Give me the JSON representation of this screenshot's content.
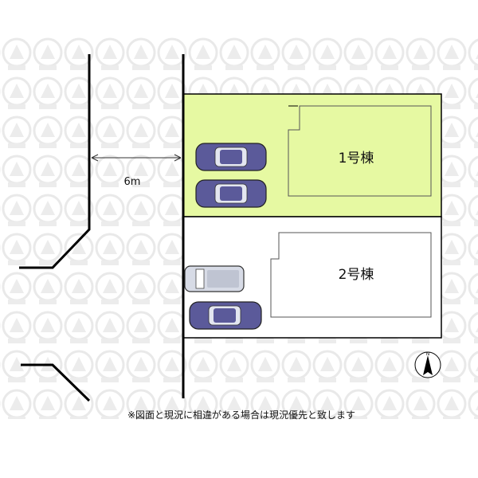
{
  "width_label": "6m",
  "buildings": [
    {
      "label": "1号棟"
    },
    {
      "label": "2号棟"
    }
  ],
  "north_label": "N",
  "disclaimer": "※図面と現況に相違がある場合は現況優先と致します",
  "colors": {
    "lot1_fill": "#e6f9a2",
    "car_body": "#5b5a9a",
    "car_light": "#d7dbe6",
    "line": "#000000",
    "outline": "#555555",
    "watermark": "#ececec"
  }
}
